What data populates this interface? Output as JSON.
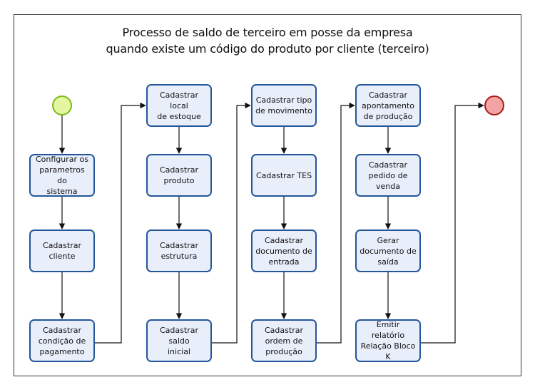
{
  "title": {
    "line1": "Processo de saldo de terceiro em posse da empresa",
    "line2": "quando existe um código do produto por cliente (terceiro)"
  },
  "events": {
    "start": {
      "type": "start-event",
      "color": "#e4f7a0",
      "border": "#7cb81c"
    },
    "end": {
      "type": "end-event",
      "color": "#f2a3a3",
      "border": "#a81b1b"
    }
  },
  "task_style": {
    "fill": "#e9eefb",
    "border": "#24579a"
  },
  "columns": [
    {
      "tasks": [
        {
          "id": "configurar-parametros",
          "label": "Configurar os\nparametros do\nsistema"
        },
        {
          "id": "cadastrar-cliente",
          "label": "Cadastrar\ncliente"
        },
        {
          "id": "cadastrar-condicao-pagamento",
          "label": "Cadastrar\ncondição de\npagamento"
        }
      ]
    },
    {
      "tasks": [
        {
          "id": "cadastrar-local-estoque",
          "label": "Cadastrar local\nde estoque"
        },
        {
          "id": "cadastrar-produto",
          "label": "Cadastrar\nproduto"
        },
        {
          "id": "cadastrar-estrutura",
          "label": "Cadastrar\nestrutura"
        },
        {
          "id": "cadastrar-saldo-inicial",
          "label": "Cadastrar saldo\ninicial"
        }
      ]
    },
    {
      "tasks": [
        {
          "id": "cadastrar-tipo-movimento",
          "label": "Cadastrar tipo\nde movimento"
        },
        {
          "id": "cadastrar-tes",
          "label": "Cadastrar TES"
        },
        {
          "id": "cadastrar-documento-entrada",
          "label": "Cadastrar\ndocumento de\nentrada"
        },
        {
          "id": "cadastrar-ordem-producao",
          "label": "Cadastrar\nordem de\nprodução"
        }
      ]
    },
    {
      "tasks": [
        {
          "id": "cadastrar-apontamento-producao",
          "label": "Cadastrar\napontamento\nde produção"
        },
        {
          "id": "cadastrar-pedido-venda",
          "label": "Cadastrar\npedido de\nvenda"
        },
        {
          "id": "gerar-documento-saida",
          "label": "Gerar\ndocumento de\nsaída"
        },
        {
          "id": "emitir-relatorio-bloco-k",
          "label": "Emitir relatório\nRelação Bloco\nK"
        }
      ]
    }
  ]
}
